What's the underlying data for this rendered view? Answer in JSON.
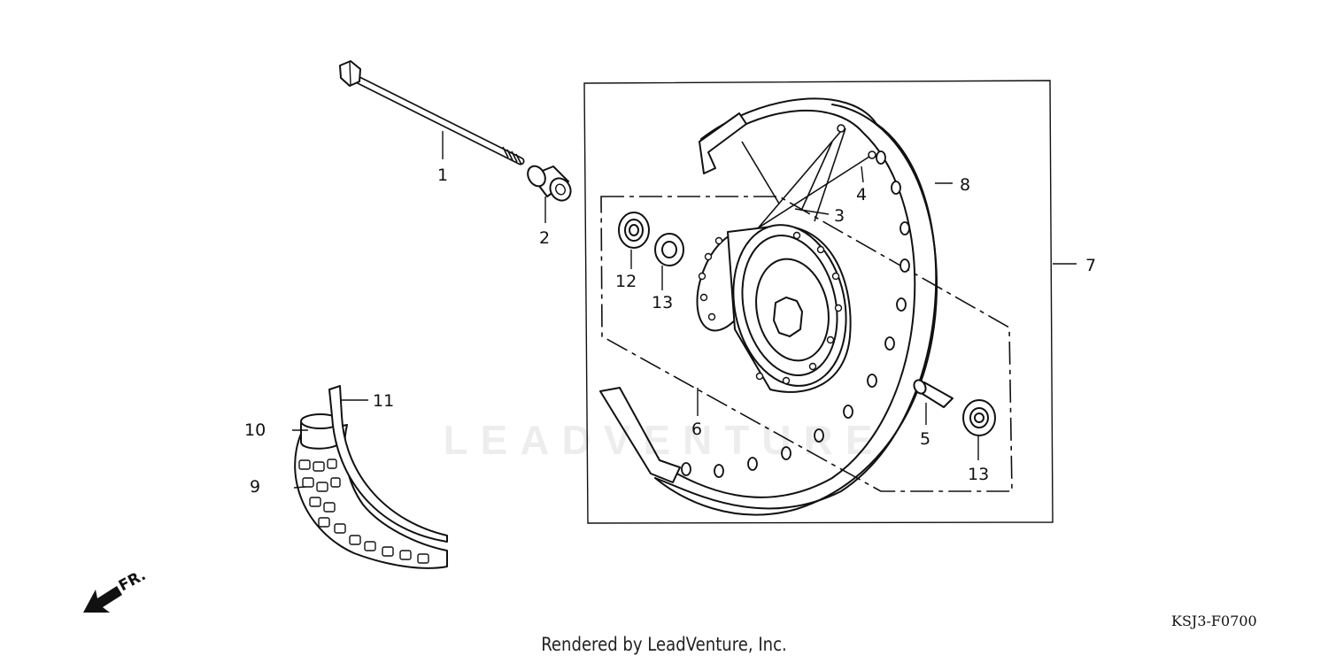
{
  "callouts": {
    "c1": "1",
    "c2": "2",
    "c3": "3",
    "c4": "4",
    "c5": "5",
    "c6": "6",
    "c7": "7",
    "c8": "8",
    "c9": "9",
    "c10": "10",
    "c11": "11",
    "c12": "12",
    "c13a": "13",
    "c13b": "13"
  },
  "direction_label": "FR.",
  "diagram_code": "KSJ3-F0700",
  "credit": "Rendered by LeadVenture, Inc.",
  "watermark": "LEADVENTURE"
}
